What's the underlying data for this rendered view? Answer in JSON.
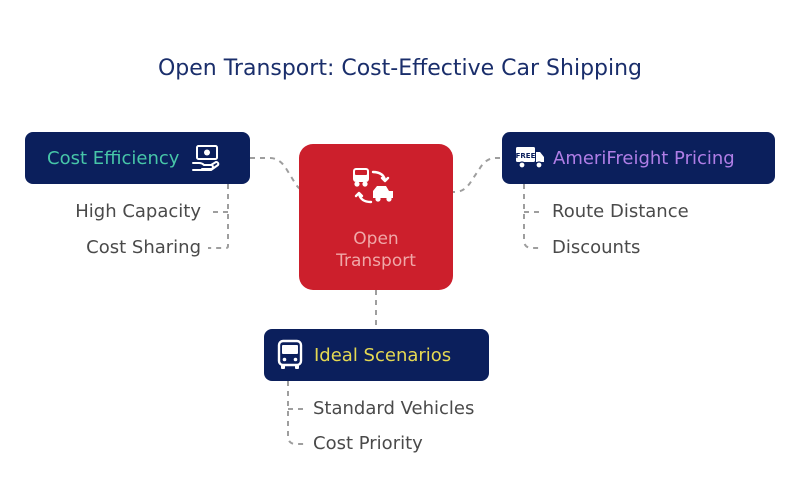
{
  "title": "Open Transport: Cost-Effective Car Shipping",
  "center": {
    "label_line1": "Open",
    "label_line2": "Transport",
    "icon": "vehicles-transfer-icon"
  },
  "branches": {
    "cost_efficiency": {
      "label": "Cost Efficiency",
      "icon": "money-hand-icon",
      "children": [
        "High Capacity",
        "Cost Sharing"
      ]
    },
    "amerifreight_pricing": {
      "label": "AmeriFreight Pricing",
      "icon": "free-delivery-truck-icon",
      "icon_text": "FREE",
      "children": [
        "Route Distance",
        "Discounts"
      ]
    },
    "ideal_scenarios": {
      "label": "Ideal Scenarios",
      "icon": "bus-icon",
      "children": [
        "Standard Vehicles",
        "Cost Priority"
      ]
    }
  },
  "colors": {
    "title": "#1a2e6b",
    "center_fill": "#cc1f2c",
    "node_fill": "#0b1f5c",
    "cost_efficiency_label": "#47c6a8",
    "amerifreight_label": "#b07ee6",
    "ideal_scenarios_label": "#e4d852",
    "connector": "#9e9e9e"
  }
}
